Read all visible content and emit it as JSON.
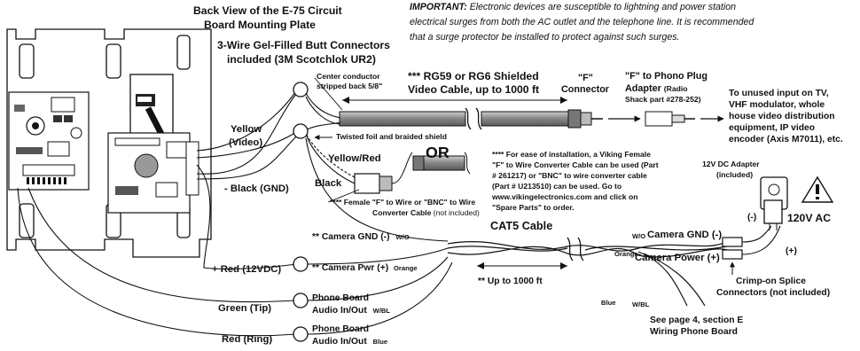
{
  "important": {
    "label": "IMPORTANT:",
    "line1": "Electronic devices are susceptible to lightning and power station",
    "line2": "electrical surges from both the AC outlet and the telephone line.  It is recommended",
    "line3": "that a surge protector be installed to protect against such surges."
  },
  "back_view": {
    "line1": "Back View of the E-75 Circuit",
    "line2": "Board Mounting Plate"
  },
  "butt_connectors": {
    "line1": "3-Wire Gel-Filled Butt Connectors",
    "line2": "included (3M Scotchlok UR2)"
  },
  "center_conductor": {
    "line1": "Center conductor",
    "line2": "stripped back 5/8\""
  },
  "video_cable": {
    "line1": "*** RG59 or RG6 Shielded",
    "line2": "Video Cable, up to 1000 ft"
  },
  "f_connector": {
    "line1": "\"F\"",
    "line2": "Connector"
  },
  "phono_adapter": {
    "line1": "\"F\" to Phono Plug",
    "line2": "Adapter",
    "line2b": "(Radio",
    "line3": "Shack part #278-252)"
  },
  "destination": {
    "line1": "To unused input on TV,",
    "line2": "VHF modulator, whole",
    "line3": "house video distribution",
    "line4": "equipment, IP video",
    "line5": "encoder (Axis M7011), etc."
  },
  "twisted_shield": "Twisted foil and braided shield",
  "yellow_red": "Yellow/Red",
  "or_label": "OR",
  "black_label": "Black",
  "viking_note": {
    "line1": "**** For ease of installation, a Viking Female",
    "line2": "\"F\" to Wire Converter Cable can be used (Part",
    "line3": "# 261217) or \"BNC\" to wire converter cable",
    "line4": "(Part # U213510) can be used. Go to",
    "line5": "www.vikingelectronics.com and click on",
    "line6": "\"Spare Parts\" to order."
  },
  "female_f_note": {
    "line1": "**** Female \"F\" to Wire or \"BNC\" to Wire",
    "line2": "Converter Cable",
    "line2b": "(not included)"
  },
  "wire_labels": {
    "yellow_video_1": "Yellow",
    "yellow_video_2": "(Video)",
    "black_gnd": "- Black (GND)",
    "red_12vdc": "+ Red (12VDC)",
    "green_tip": "Green (Tip)",
    "red_ring": "Red (Ring)"
  },
  "camera_gnd_left": "** Camera GND (-)",
  "wo_left": "W/O",
  "camera_pwr_left": "** Camera Pwr (+)",
  "orange_left": "Orange",
  "phone_board_1": {
    "line1": "Phone Board",
    "line2": "Audio In/Out",
    "wire": "W/BL"
  },
  "phone_board_2": {
    "line1": "Phone Board",
    "line2": "Audio In/Out",
    "wire": "Blue"
  },
  "cat5": "CAT5 Cable",
  "up_to_1000": "** Up to 1000 ft",
  "adapter": {
    "line1": "12V DC Adapter",
    "line2": "(included)"
  },
  "ac_120": "120V AC",
  "minus": "(-)",
  "plus": "(+)",
  "wo_right": "W/O",
  "camera_gnd_right": "Camera GND (-)",
  "orange_right": "Orange",
  "camera_power_right": "Camera Power (+)",
  "crimp": {
    "line1": "Crimp-on Splice",
    "line2": "Connectors (not included)"
  },
  "blue_right": "Blue",
  "wbl_right": "W/BL",
  "see_page": {
    "line1": "See page 4, section E",
    "line2": "Wiring Phone Board"
  }
}
